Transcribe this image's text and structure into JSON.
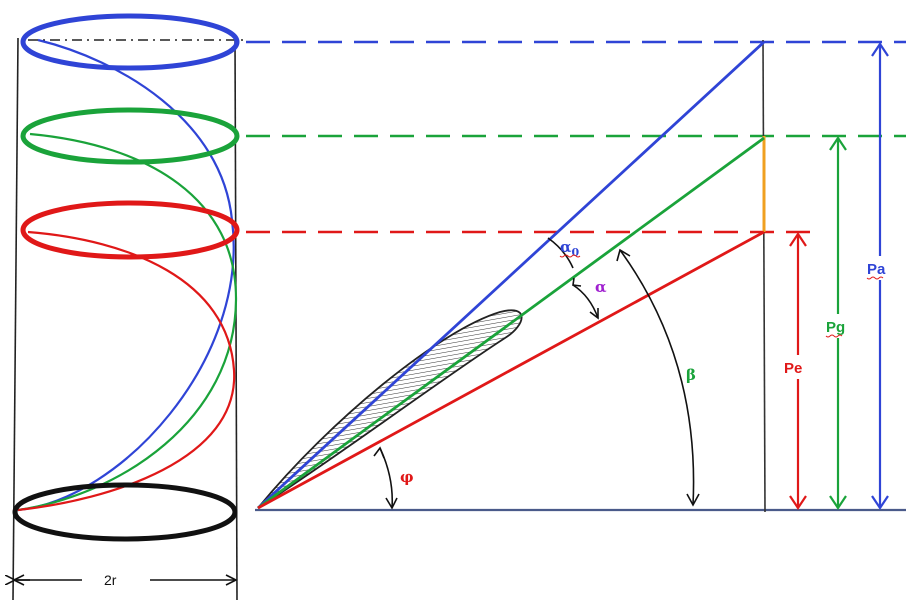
{
  "colors": {
    "blue": "#2f44d6",
    "green": "#1aa33a",
    "red": "#e01818",
    "black": "#111111",
    "orange": "#f0a020",
    "purple": "#a020d0",
    "hatch": "#333333"
  },
  "labels": {
    "diameter": "2r",
    "alpha_zero": "α",
    "alpha_zero_sub": "0",
    "alpha": "α",
    "beta": "β",
    "phi": "φ",
    "pe": "Pe",
    "pg": "Pg",
    "pa": "Pa"
  }
}
